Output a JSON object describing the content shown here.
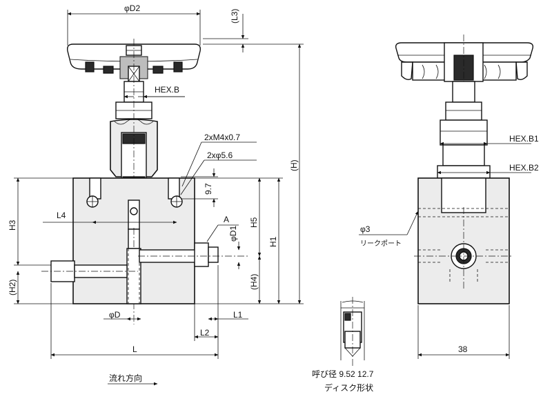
{
  "labels": {
    "phi_D2": "φD2",
    "L3": "(L3)",
    "HEX_B": "HEX.B",
    "M4": "2xM4x0.7",
    "phi56": "2xφ5.6",
    "dim97": "9.7",
    "L4": "L4",
    "A": "A",
    "H5": "H5",
    "H1": "H1",
    "H": "(H)",
    "H3": "H3",
    "phi_D1": "φD1",
    "H4": "(H4)",
    "H2": "(H2)",
    "phi_D": "φD",
    "L1": "L1",
    "L2": "L2",
    "L": "L",
    "flow": "流れ方向",
    "HEX_B1": "HEX.B1",
    "HEX_B2": "HEX.B2",
    "phi3": "φ3",
    "leak_port": "リークポート",
    "dim38": "38",
    "nominal": "呼び径 9.52 12.7",
    "disc_shape": "ディスク形状"
  }
}
